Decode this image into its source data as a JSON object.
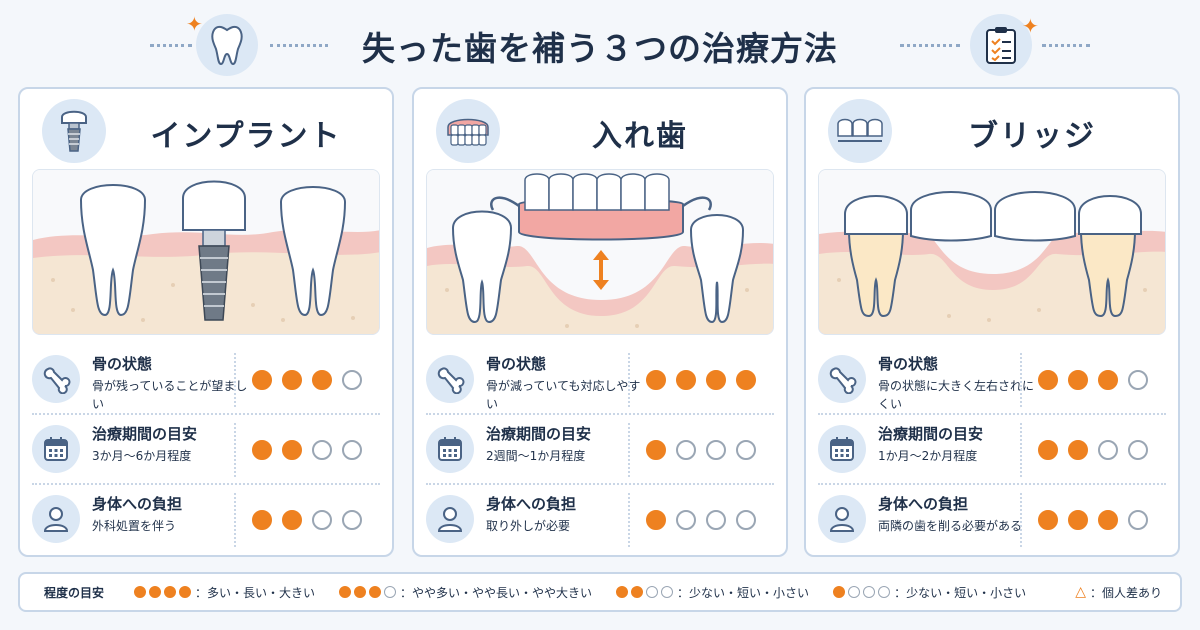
{
  "header": {
    "title": "失った歯を補う３つの治療方法"
  },
  "icons": {
    "header_left": "tooth-icon",
    "header_right": "clipboard-checklist-icon",
    "sparkle": "sparkle-icon",
    "bone": "bone-icon",
    "calendar": "calendar-icon",
    "person": "person-icon"
  },
  "colors": {
    "accent": "#ee8120",
    "navy": "#1f3049",
    "light_blue": "#dce8f5"
  },
  "cards": [
    {
      "title": "インプラント",
      "icon": "implant-icon",
      "illustration": "implant-illustration",
      "rows": [
        {
          "label": "骨の状態",
          "desc": "骨が残っていることが望ましい",
          "level": 3
        },
        {
          "label": "治療期間の目安",
          "desc": "3か月～6か月程度",
          "level": 2
        },
        {
          "label": "身体への負担",
          "desc": "外科処置を伴う",
          "level": 2
        }
      ]
    },
    {
      "title": "入れ歯",
      "icon": "denture-icon",
      "illustration": "partial-denture-illustration",
      "rows": [
        {
          "label": "骨の状態",
          "desc": "骨が減っていても対応しやすい",
          "level": 4
        },
        {
          "label": "治療期間の目安",
          "desc": "2週間～1か月程度",
          "level": 1
        },
        {
          "label": "身体への負担",
          "desc": "取り外しが必要",
          "level": 1
        }
      ]
    },
    {
      "title": "ブリッジ",
      "icon": "bridge-icon",
      "illustration": "bridge-illustration",
      "rows": [
        {
          "label": "骨の状態",
          "desc": "骨の状態に大きく左右されにくい",
          "level": 3
        },
        {
          "label": "治療期間の目安",
          "desc": "1か月～2か月程度",
          "level": 2
        },
        {
          "label": "身体への負担",
          "desc": "両隣の歯を削る必要がある",
          "level": 3
        }
      ]
    }
  ],
  "legend": {
    "title": "程度の目安",
    "items": [
      {
        "level": 4,
        "text": "：多い・長い・大きい"
      },
      {
        "level": 3,
        "text": "：やや多い・やや長い・やや大きい"
      },
      {
        "level": 2,
        "text": "：少ない・短い・小さい"
      },
      {
        "level": 1,
        "text": "：少ない・短い・小さい"
      }
    ],
    "note_symbol": "△",
    "note_text": "：個人差あり"
  }
}
